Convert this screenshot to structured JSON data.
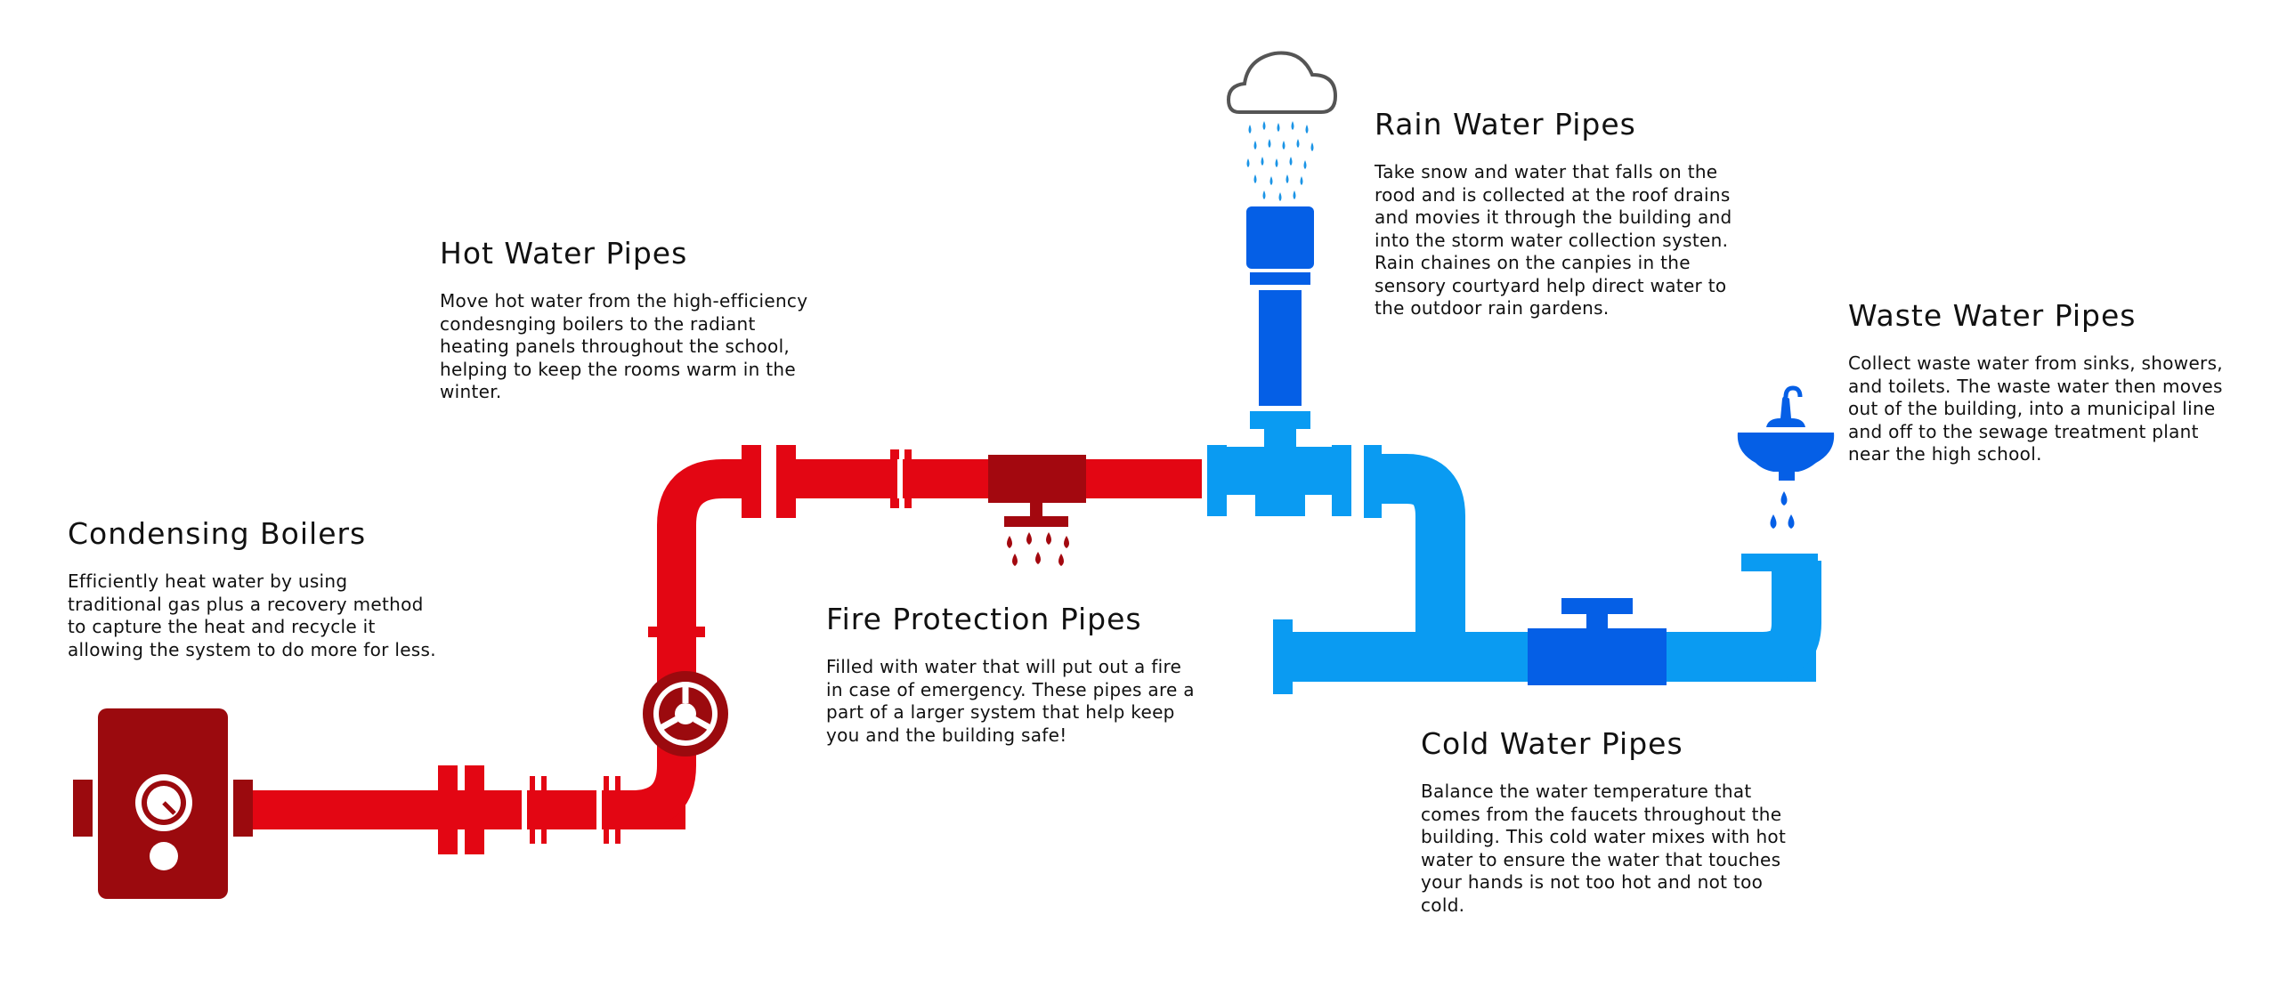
{
  "colors": {
    "hot_red": "#e30613",
    "dark_red": "#9b0a0e",
    "fire_red": "#a3080f",
    "cold_blue": "#0a9bf2",
    "dark_blue": "#055fe6",
    "rain_blue": "#1a94e6",
    "cloud_outline": "#555555"
  },
  "icons": {
    "boiler": "boiler-icon",
    "valve_wheel": "valve-wheel-icon",
    "sprinkler": "sprinkler-icon",
    "cloud": "rain-cloud-icon",
    "sink": "sink-icon",
    "cold_valve": "gate-valve-icon"
  },
  "sections": {
    "boilers": {
      "title": "Condensing Boilers",
      "body": "Efficiently heat water by using traditional gas plus a recovery method to capture the heat and recycle it allowing the system to do more for less."
    },
    "hot": {
      "title": "Hot Water Pipes",
      "body": "Move hot water from the high-efficiency condesnging boilers to the radiant heating panels throughout the school, helping to keep the rooms warm in the winter."
    },
    "fire": {
      "title": "Fire Protection Pipes",
      "body": "Filled with water that will put out a fire in case of emergency. These pipes are a part of a larger system that help keep you and the building safe!"
    },
    "rain": {
      "title": "Rain Water Pipes",
      "body": "Take snow and water that falls on the rood and is collected at the roof drains and movies it through the building and into the storm water collection systen. Rain chaines on the canpies in the sensory courtyard help direct water to the outdoor rain gardens."
    },
    "waste": {
      "title": "Waste Water Pipes",
      "body": "Collect waste water from sinks, showers, and toilets. The waste water then moves out of the building, into a municipal line and off to the sewage treatment plant near the high school."
    },
    "cold": {
      "title": "Cold Water Pipes",
      "body": "Balance the water temperature that comes from the faucets throughout the building. This cold water mixes with hot water to ensure the water that touches your hands is not too hot and not too cold."
    }
  }
}
